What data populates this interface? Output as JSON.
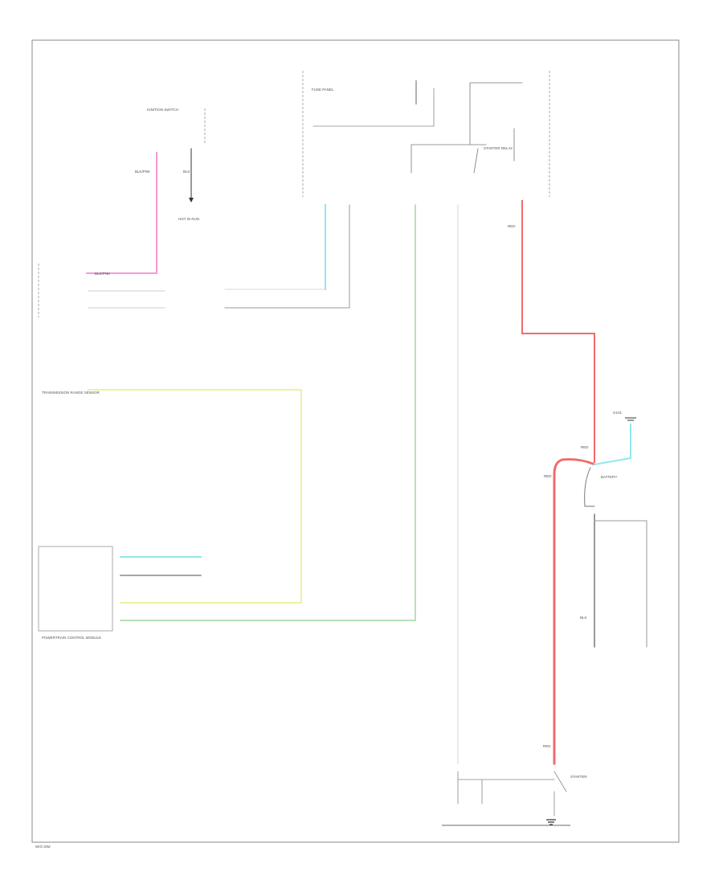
{
  "colors": {
    "pink": "#f59ad8",
    "cyan": "#8ee8ee",
    "yellow": "#f2f0a0",
    "green": "#9ed9a0",
    "red": "#f26a6a",
    "grey": "#999999",
    "black": "#333333"
  },
  "labels": {
    "ignition_switch": "IGNITION SWITCH",
    "hot_run": "HOT IN RUN",
    "blk_pnk": "BLK/PNK",
    "blk": "BLK",
    "red": "RED",
    "battery": "BATTERY",
    "starter": "STARTER",
    "ground": "G101",
    "fuse_panel": "FUSE PANEL",
    "starter_relay": "STARTER RELAY",
    "pcm": "POWERTRAIN CONTROL MODULE",
    "trans_range": "TRANSMISSION RANGE SENSOR",
    "footer": "W/O IDM"
  }
}
